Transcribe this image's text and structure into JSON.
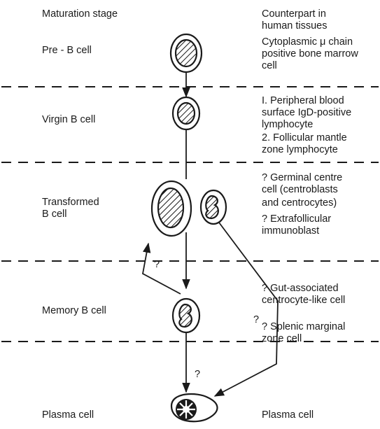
{
  "headers": {
    "left": "Maturation stage",
    "right_line1": "Counterpart in",
    "right_line2": "human tissues"
  },
  "stages": [
    {
      "name": "Pre - B cell"
    },
    {
      "name": "Virgin B cell"
    },
    {
      "name_line1": "Transformed",
      "name_line2": "B cell"
    },
    {
      "name": "Memory B cell"
    },
    {
      "name": "Plasma cell"
    }
  ],
  "counterparts": {
    "pre_b": [
      "Cytoplasmic μ chain",
      "positive bone marrow",
      "cell"
    ],
    "virgin": [
      "I. Peripheral blood",
      "surface IgD-positive",
      "lymphocyte",
      "2. Follicular mantle",
      "zone lymphocyte"
    ],
    "transformed_a": [
      "? Germinal centre",
      "cell (centroblasts",
      "and centrocytes)"
    ],
    "transformed_b": [
      "? Extrafollicular",
      "immunoblast"
    ],
    "memory_a": [
      "? Gut-associated",
      "centrocyte-like cell"
    ],
    "memory_b": [
      "? Splenic marginal",
      "zone cell"
    ],
    "plasma": "Plasma cell"
  },
  "arrow_labels": {
    "back_to_transformed": "?",
    "to_splenic": "?",
    "memory_to_plasma": "?"
  }
}
